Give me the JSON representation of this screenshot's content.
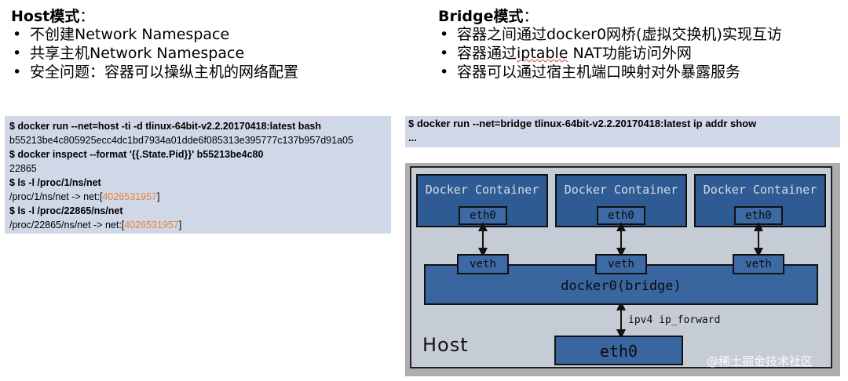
{
  "host": {
    "title": "Host模式",
    "colon": "：",
    "bullets": [
      "不创建Network Namespace",
      "共享主机Network Namespace",
      "安全问题：容器可以操纵主机的网络配置"
    ],
    "code": {
      "line1": "$ docker run --net=host -ti -d tlinux-64bit-v2.2.20170418:latest bash",
      "line2": "b55213be4c805925ecc4dc1bd7934a01dde6f085313e395777c137b957d91a05",
      "line3": "$ docker inspect --format '{{.State.Pid}}' b55213be4c80",
      "line4": "22865",
      "line5": "$ ls -l /proc/1/ns/net",
      "line6_prefix": "/proc/1/ns/net -> net:[",
      "line6_value": "4026531957",
      "line6_suffix": "]",
      "line7": "$ ls -l /proc/22865/ns/net",
      "line8_prefix": "/proc/22865/ns/net -> net:[",
      "line8_value": "4026531957",
      "line8_suffix": "]"
    }
  },
  "bridge": {
    "title": "Bridge模式",
    "colon": "：",
    "bullet1": "容器之间通过docker0网桥(虚拟交换机)实现互访",
    "bullet2_pre": "容器通过",
    "bullet2_mark": "iptable",
    "bullet2_post": " NAT功能访问外网",
    "bullet3": "容器可以通过宿主机端口映射对外暴露服务",
    "code": {
      "line1": "$ docker run --net=bridge tlinux-64bit-v2.2.20170418:latest ip addr show",
      "line2": "..."
    }
  },
  "diagram": {
    "containers": [
      {
        "label": "Docker Container",
        "nic": "eth0",
        "veth": "veth"
      },
      {
        "label": "Docker Container",
        "nic": "eth0",
        "veth": "veth"
      },
      {
        "label": "Docker Container",
        "nic": "eth0",
        "veth": "veth"
      }
    ],
    "bridge_label": "docker0(bridge)",
    "forward_label": "ipv4 ip_forward",
    "host_label": "Host",
    "host_nic": "eth0"
  },
  "watermark": "@稀土掘金技术社区",
  "colors": {
    "code_bg": "#d0d8e8",
    "highlight": "#e8833a",
    "container_fill": "#2e5b94",
    "host_fill": "#c6ccd6"
  }
}
